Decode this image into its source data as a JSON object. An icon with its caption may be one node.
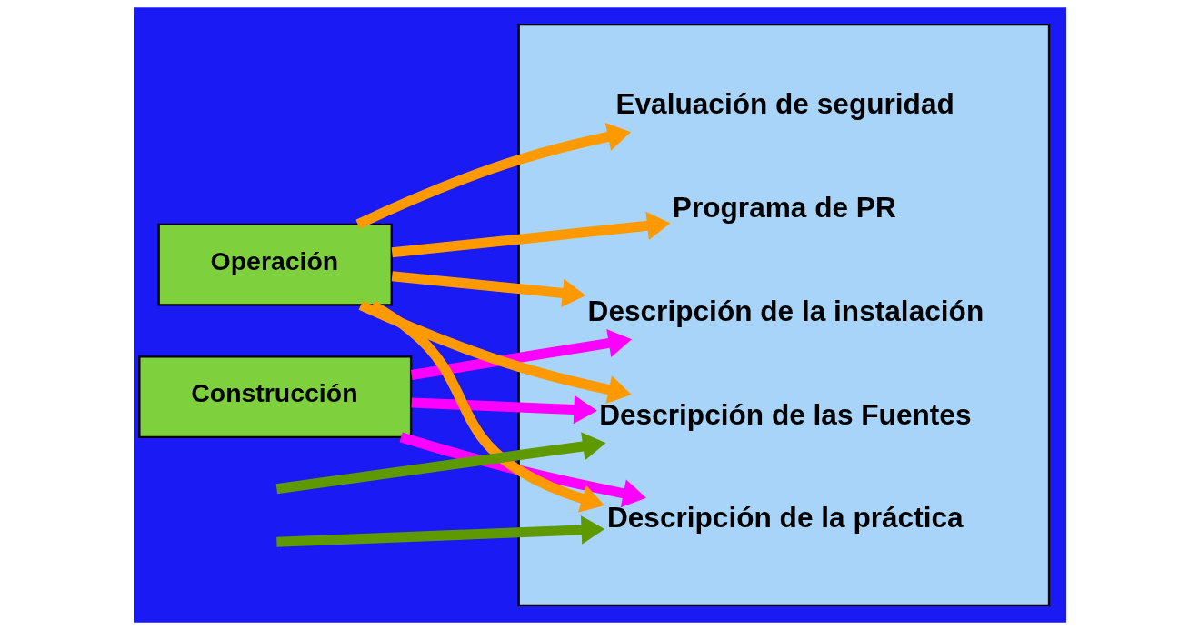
{
  "diagram": {
    "nodes": [
      {
        "text": [
          "Construcción"
        ]
      },
      {
        "text": [
          "Operación"
        ]
      },
      {
        "text": [],
        "shape": "box"
      },
      {
        "text": [
          "Descripción de la práctica"
        ],
        "in": 2
      },
      {
        "text": [
          "Descripción de las Fuentes"
        ],
        "in": 2
      },
      {
        "text": [
          "Descripción de la instalación"
        ],
        "in": 2
      },
      {
        "text": [
          "Evaluación de seguridad"
        ],
        "in": 2
      },
      {
        "text": [
          "Programa de PR"
        ],
        "in": 2
      }
    ],
    "edges": [
      {
        "from": 0,
        "to": 3,
        "arrow": "to",
        "color": "#ff00ff"
      },
      {
        "from": 0,
        "to": 4,
        "arrow": "to",
        "color": "#ff00ff"
      },
      {
        "from": 0,
        "to": 5,
        "arrow": "to",
        "color": "#ff00ff"
      },
      {
        "from": null,
        "to": 3,
        "arrow": "to",
        "color": "#5f9900"
      },
      {
        "from": null,
        "to": 4,
        "arrow": "to",
        "color": "#5f9900"
      },
      {
        "from": 1,
        "to": 3,
        "arrow": "to"
      },
      {
        "from": 1,
        "to": 4,
        "arrow": "to"
      },
      {
        "from": 1,
        "to": 5,
        "arrow": "to"
      },
      {
        "from": 1,
        "to": 6,
        "arrow": "to"
      },
      {
        "from": 1,
        "to": 7,
        "arrow": "to"
      }
    ]
  }
}
